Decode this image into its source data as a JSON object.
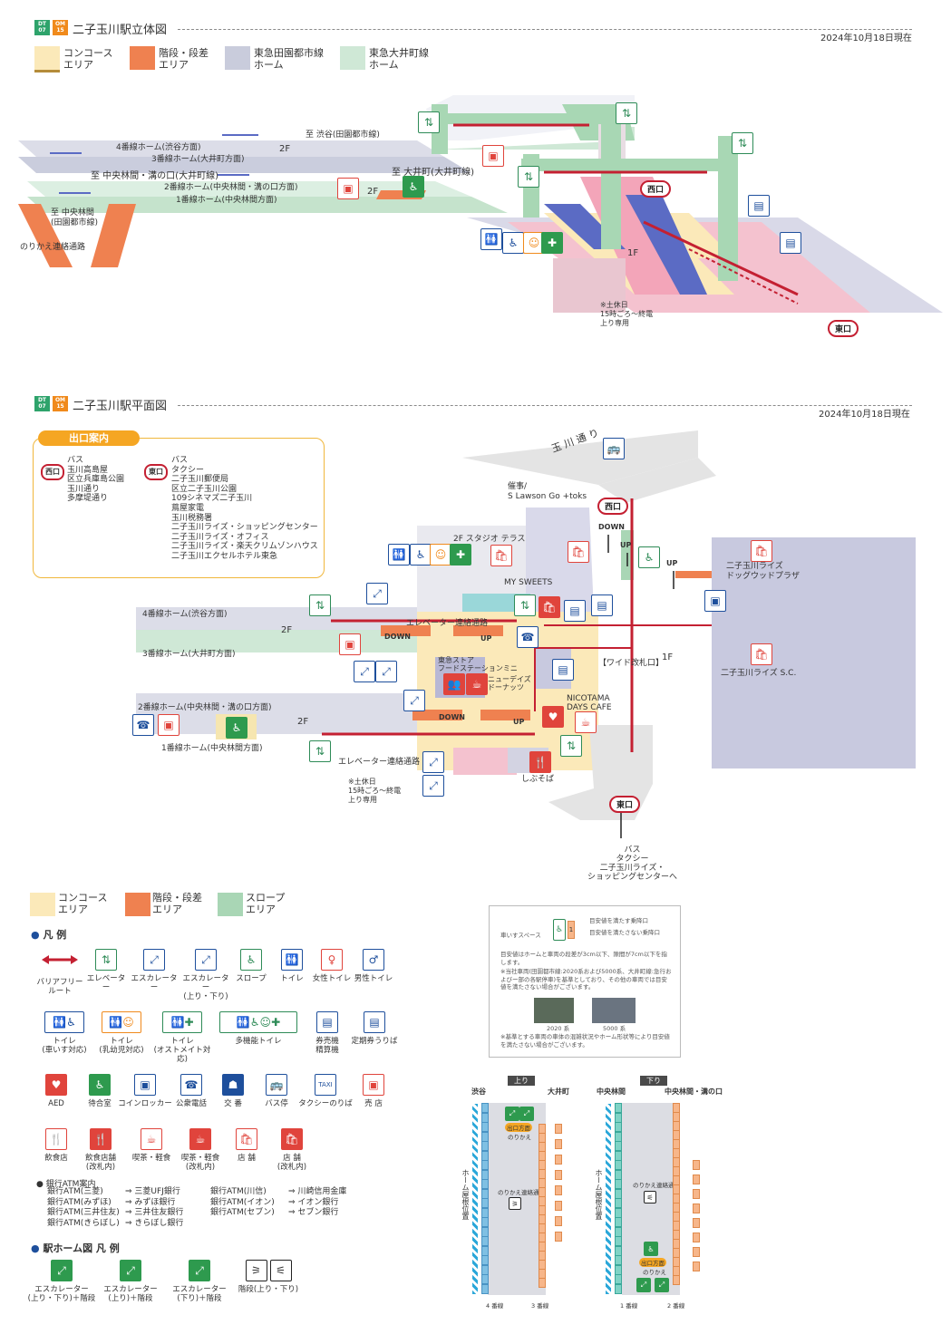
{
  "section1": {
    "tag_dt": "DT\n07",
    "tag_oh": "OM\n15",
    "title": "二子玉川駅立体図",
    "date": "2024年10月18日現在"
  },
  "legend_top": [
    {
      "label": "コンコース\nエリア",
      "color": "#fbe9b9"
    },
    {
      "label": "階段・段差\nエリア",
      "color": "#ef8150"
    },
    {
      "label": "東急田園都市線\nホーム",
      "color": "#c9ccdc"
    },
    {
      "label": "東急大井町線\nホーム",
      "color": "#cfe8d6"
    }
  ],
  "view3d": {
    "to_shibuya": "至 渋谷(田園都市線)",
    "platform4": "4番線ホーム(渋谷方面)",
    "platform3": "3番線ホーム(大井町方面)",
    "floor_2f_a": "2F",
    "to_chuorinkan": "至 中央林間・溝の口(大井町線)",
    "to_oimachi": "至 大井町(大井町線)",
    "platform2": "2番線ホーム(中央林間・溝の口方面)",
    "platform1": "1番線ホーム(中央林間方面)",
    "floor_2f_b": "2F",
    "to_chuorinkan2": "至 中央林間\n(田園都市線)",
    "transfer": "のりかえ連絡通路",
    "floor_1f": "1F",
    "west_exit": "西口",
    "east_exit": "東口",
    "note": "※土休日\n15時ごろ～終電\n上り専用"
  },
  "section2": {
    "tag_dt": "DT\n07",
    "tag_oh": "OM\n15",
    "title": "二子玉川駅平面図",
    "date": "2024年10月18日現在"
  },
  "exit_guide": {
    "title": "出口案内",
    "west_label": "西口",
    "west_items": [
      "バス",
      "玉川高島屋",
      "区立兵庫島公園",
      "玉川通り",
      "多摩堤通り"
    ],
    "east_label": "東口",
    "east_items": [
      "バス",
      "タクシー",
      "二子玉川郵便局",
      "区立二子玉川公園",
      "109シネマズ二子玉川",
      "蔦屋家電",
      "玉川税務署",
      "二子玉川ライズ・ショッピングセンター",
      "二子玉川ライズ・オフィス",
      "二子玉川ライズ・楽天クリムゾンハウス",
      "二子玉川エクセルホテル東急"
    ]
  },
  "plan": {
    "tamagawa_dori": "玉 川 通 り",
    "sai": "催事/\nS Lawson Go +toks",
    "west_exit": "西口",
    "down": "DOWN",
    "up": "UP",
    "up2": "UP",
    "sutajio": "2F スタジオ テラス",
    "my_sweets": "MY SWEETS",
    "dogwood": "二子玉川ライズ\nドッグウッドプラザ",
    "rise_sc": "二子玉川ライズ S.C.",
    "platform4": "4番線ホーム(渋谷方面)",
    "floor_2f_a": "2F",
    "platform3": "3番線ホーム(大井町方面)",
    "elev_path_top": "エレベーター連絡通路",
    "down_a": "DOWN",
    "up_a": "UP",
    "wide": "【ワイド改札口】",
    "floor_1f": "1F",
    "shop1": "東急ストア\nフードステーションミニ",
    "shop2": "ニューデイズ\nドーナッツ",
    "platform2": "2番線ホーム(中央林間・溝の口方面)",
    "floor_2f_b": "2F",
    "platform1": "1番線ホーム(中央林間方面)",
    "down_b": "DOWN",
    "up_b": "UP",
    "nicotama": "NICOTAMA\nDAYS CAFE",
    "elev_path_bottom": "エレベーター連絡通路",
    "shibusoba": "しぶそば",
    "note": "※土休日\n15時ごろ～終電\n上り専用",
    "east_exit": "東口",
    "east_dest": "バス\nタクシー\n二子玉川ライズ・\nショッピングセンターへ"
  },
  "legend_bottom": [
    {
      "label": "コンコース\nエリア",
      "color": "#fbe9b9"
    },
    {
      "label": "階段・段差\nエリア",
      "color": "#ef8150"
    },
    {
      "label": "スロープ\nエリア",
      "color": "#a9d6b5"
    }
  ],
  "legend_title": "凡 例",
  "legend_icons_row1": [
    {
      "icon": "barrier-free-route",
      "label": "バリアフリー\nルート"
    },
    {
      "icon": "elevator",
      "label": "エレベーター"
    },
    {
      "icon": "escalator",
      "label": "エスカレーター"
    },
    {
      "icon": "escalator-updown",
      "label": "エスカレーター\n(上り・下り)"
    },
    {
      "icon": "slope",
      "label": "スロープ"
    },
    {
      "icon": "toilet",
      "label": "トイレ"
    },
    {
      "icon": "toilet-women",
      "label": "女性トイレ"
    },
    {
      "icon": "toilet-men",
      "label": "男性トイレ"
    }
  ],
  "legend_icons_row2": [
    {
      "icon": "toilet-wheelchair",
      "label": "トイレ\n(車いす対応)"
    },
    {
      "icon": "toilet-baby",
      "label": "トイレ\n(乳幼児対応)"
    },
    {
      "icon": "toilet-ostomate",
      "label": "トイレ\n(オストメイト対応)"
    },
    {
      "icon": "multi-toilet",
      "label": "多機能トイレ"
    },
    {
      "icon": "ticket-machine",
      "label": "券売機\n精算機"
    },
    {
      "icon": "pass-office",
      "label": "定期券うりば"
    }
  ],
  "legend_icons_row3": [
    {
      "icon": "aed",
      "label": "AED"
    },
    {
      "icon": "waiting-room",
      "label": "待合室"
    },
    {
      "icon": "coin-locker",
      "label": "コインロッカー"
    },
    {
      "icon": "public-phone",
      "label": "公衆電話"
    },
    {
      "icon": "police-box",
      "label": "交 番"
    },
    {
      "icon": "bus-stop",
      "label": "バス停"
    },
    {
      "icon": "taxi",
      "label": "タクシーのりば"
    },
    {
      "icon": "kiosk",
      "label": "売 店"
    }
  ],
  "legend_icons_row4": [
    {
      "icon": "food",
      "label": "飲食店"
    },
    {
      "icon": "food-inside",
      "label": "飲食店舗\n(改札内)"
    },
    {
      "icon": "cafe",
      "label": "喫茶・軽食"
    },
    {
      "icon": "cafe-inside",
      "label": "喫茶・軽食\n(改札内)"
    },
    {
      "icon": "shop",
      "label": "店 舗"
    },
    {
      "icon": "shop-inside",
      "label": "店 舗\n(改札内)"
    }
  ],
  "atm": {
    "title": "銀行ATM案内",
    "left": [
      "銀行ATM(三菱)",
      "銀行ATM(みずほ)",
      "銀行ATM(三井住友)",
      "銀行ATM(きらぼし)"
    ],
    "left_to": [
      "⇒ 三菱UFJ銀行",
      "⇒ みずほ銀行",
      "⇒ 三井住友銀行",
      "⇒ きらぼし銀行"
    ],
    "right": [
      "銀行ATM(川信)",
      "銀行ATM(イオン)",
      "銀行ATM(セブン)"
    ],
    "right_to": [
      "⇒ 川崎信用金庫",
      "⇒ イオン銀行",
      "⇒ セブン銀行"
    ]
  },
  "platform_legend_title": "駅ホーム図 凡 例",
  "platform_legend": [
    {
      "icon": "escalator-updown-stairs",
      "label": "エスカレーター\n(上り・下り)＋階段"
    },
    {
      "icon": "escalator-up-stairs",
      "label": "エスカレーター\n(上り)＋階段"
    },
    {
      "icon": "escalator-down-stairs",
      "label": "エスカレーター\n(下り)＋階段"
    },
    {
      "icon": "stairs",
      "label": "階段(上り・下り)"
    }
  ],
  "note_box": {
    "wheelchair": "車いすスペース",
    "meets": "目安値を満たす乗降口",
    "not_meets": "目安値を満たさない乗降口",
    "text1": "目安値はホームと車両の段差が3cm以下、隙間が7cm以下を指します。",
    "text2": "※当社車両(田園都市線:2020系および5000系、大井町線:急行およびー部の各駅停車)を基準としており、その他の車両では目安値を満たさない場合がございます。",
    "car1": "2020 系",
    "car2": "5000 系",
    "text3": "※基準とする車両の車体の混雑状況やホーム形状等により目安値を満たさない場合がございます。"
  },
  "platform_up": {
    "head": "上り",
    "left_dest": "渋谷",
    "right_dest": "大井町",
    "roof": "ホーム屋根位置",
    "exit": "出口方面",
    "transfer": "のりかえ",
    "transfer2": "のりかえ連絡通路",
    "track_left": "4 番線",
    "track_right": "3 番線"
  },
  "platform_down": {
    "head": "下り",
    "left_dest": "中央林間",
    "right_dest": "中央林間・溝の口",
    "roof": "ホーム屋根位置",
    "exit": "出口方面",
    "transfer": "のりかえ",
    "transfer2": "のりかえ連絡通路",
    "track_left": "1 番線",
    "track_right": "2 番線"
  }
}
